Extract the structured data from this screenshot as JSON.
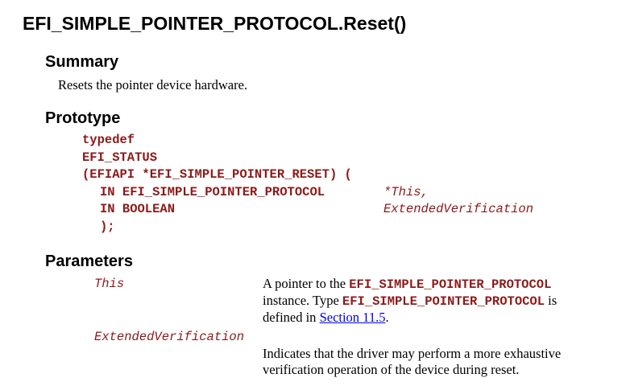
{
  "title": "EFI_SIMPLE_POINTER_PROTOCOL.Reset()",
  "summary": {
    "heading": "Summary",
    "text": "Resets the pointer device hardware."
  },
  "prototype": {
    "heading": "Prototype",
    "line1": "typedef",
    "line2": "EFI_STATUS",
    "line3": "(EFIAPI *EFI_SIMPLE_POINTER_RESET) (",
    "line4_code": "IN EFI_SIMPLE_POINTER_PROTOCOL",
    "line4_param": "*This,",
    "line5_code": "IN BOOLEAN",
    "line5_param": "ExtendedVerification",
    "line6": ");"
  },
  "parameters": {
    "heading": "Parameters",
    "items": [
      {
        "name": "This",
        "desc_line1_pre": "A pointer to the ",
        "desc_line1_code": "EFI_SIMPLE_POINTER_PROTOCOL",
        "desc_line2_pre": "instance.  Type ",
        "desc_line2_code": "EFI_SIMPLE_POINTER_PROTOCOL",
        "desc_line2_post": " is",
        "desc_line3_pre": "defined in ",
        "desc_line3_link": "Section 11.5",
        "desc_line3_post": "."
      },
      {
        "name": "ExtendedVerification",
        "desc_line1": "Indicates that the driver may perform a more exhaustive",
        "desc_line2": "verification operation of the device during reset."
      }
    ]
  }
}
